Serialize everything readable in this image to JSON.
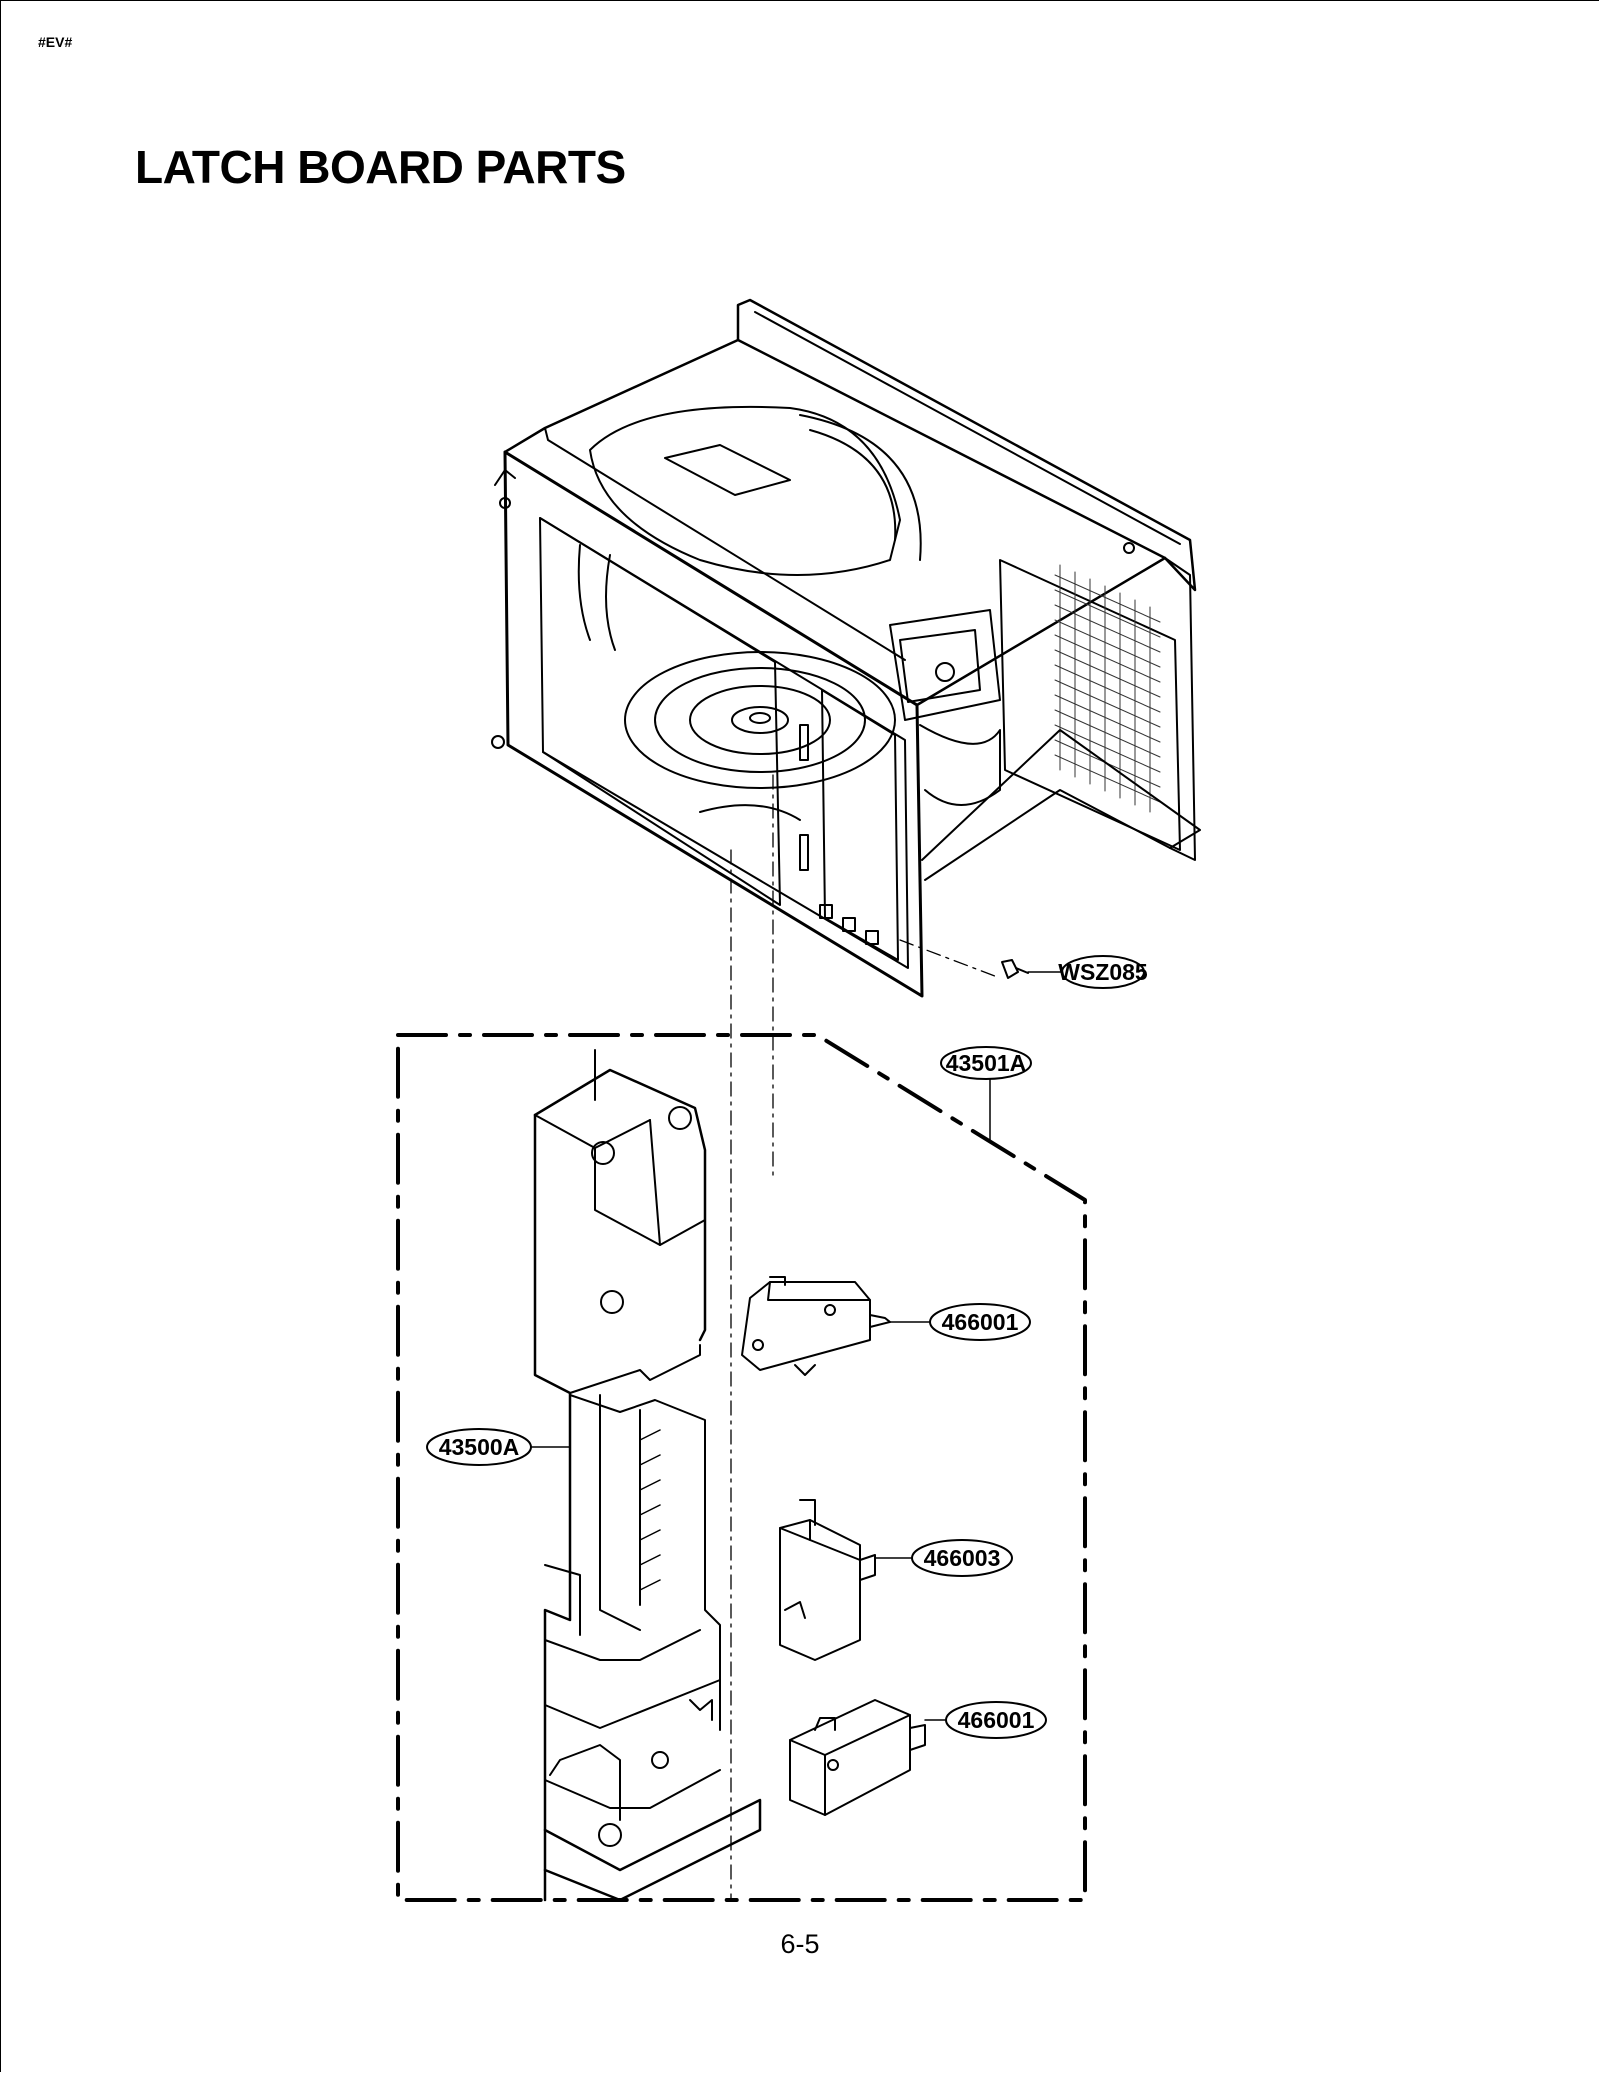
{
  "header": {
    "tag": "#EV#",
    "title": "LATCH BOARD PARTS"
  },
  "callouts": {
    "screw": "WSZ085",
    "latch_board_assy": "43501A",
    "latch_board": "43500A",
    "switch_upper": "466001",
    "switch_middle": "466003",
    "switch_lower": "466001"
  },
  "footer": {
    "page_number": "6-5"
  }
}
